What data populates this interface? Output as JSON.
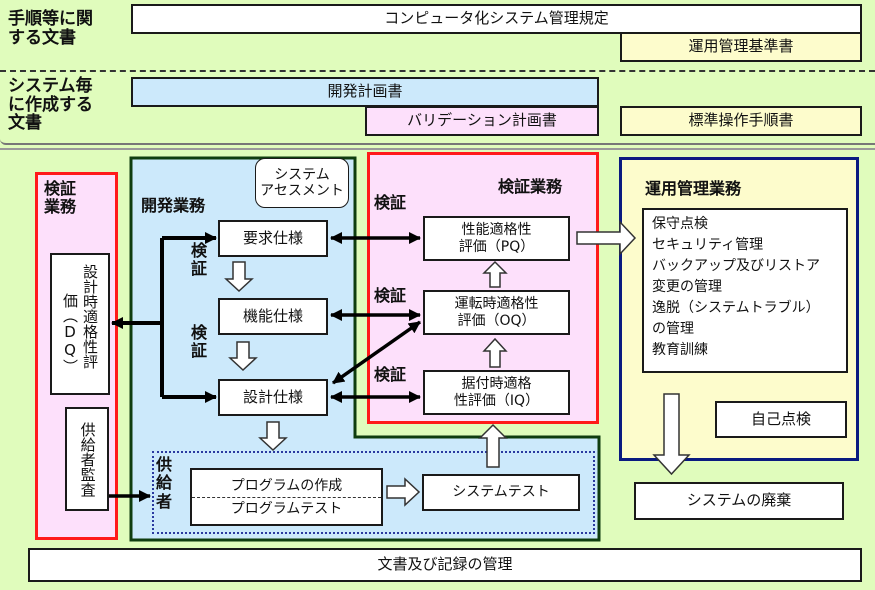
{
  "top_section": {
    "row1_label": "手順等に関\nする文書",
    "row2_label": "システム毎\nに作成する\n文書",
    "docs": {
      "computer_system_rules": "コンピュータ化システム管理規定",
      "operation_standards": "運用管理基準書",
      "development_plan": "開発計画書",
      "validation_plan": "バリデーション計画書",
      "standard_operating_procedures": "標準操作手順書"
    }
  },
  "left_verification": {
    "title": "検証\n業務",
    "dq_box": "設計時適格性評価（DQ）",
    "dq_box_col1": "設計時適格性評",
    "dq_box_col2": "価（DQ）",
    "supplier_audit": "供給者監査"
  },
  "development": {
    "title": "開発業務",
    "system_assessment": "システム\nアセスメント",
    "requirements_spec": "要求仕様",
    "functional_spec": "機能仕様",
    "design_spec": "設計仕様",
    "verify_label_1": "検\n証",
    "verify_label_2": "検\n証",
    "supplier_label": "供\n給\n者",
    "program_creation": "プログラムの作成",
    "program_test": "プログラムテスト",
    "system_test": "システムテスト"
  },
  "center_verification": {
    "title": "検証業務",
    "verify_label_pq": "検証",
    "verify_label_oq": "検証",
    "verify_label_iq": "検証",
    "pq": "性能適格性\n評価（PQ）",
    "oq": "運転時適格性\n評価（OQ）",
    "iq": "据付時適格\n性評価（IQ）"
  },
  "operations": {
    "title": "運用管理業務",
    "tasks": [
      "保守点検",
      "セキュリティ管理",
      "バックアップ及びリストア",
      "変更の管理",
      "逸脱（システムトラブル）",
      "の管理",
      "教育訓練"
    ],
    "self_inspection": "自己点検",
    "system_disposal": "システムの廃棄"
  },
  "footer": {
    "records_management": "文書及び記録の管理"
  },
  "colors": {
    "background": "#e0fcbc",
    "verification_fill": "#fde0fb",
    "verification_border": "#ff1a1a",
    "development_fill": "#cce9fb",
    "development_border": "#0f3d0f",
    "operations_fill": "#fdfccc",
    "operations_border": "#0a1a80",
    "supplier_dotted": "#2a3aa0"
  }
}
